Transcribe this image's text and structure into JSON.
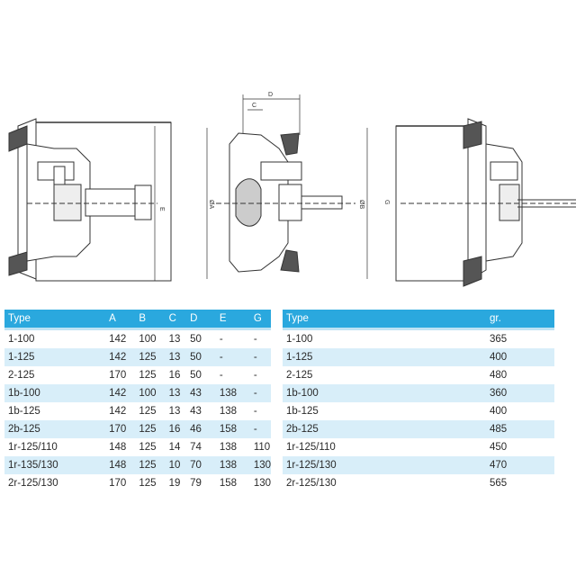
{
  "drawings": {
    "left_view_labels": {
      "e": "E"
    },
    "middle_view_labels": {
      "d": "D",
      "c": "C",
      "a": "ØA",
      "b": "ØB"
    },
    "right_view_labels": {
      "g": "G"
    }
  },
  "table_left": {
    "headers": [
      "Type",
      "A",
      "B",
      "C",
      "D",
      "E",
      "G"
    ],
    "rows": [
      [
        "1-100",
        "142",
        "100",
        "13",
        "50",
        "-",
        "-"
      ],
      [
        "1-125",
        "142",
        "125",
        "13",
        "50",
        "-",
        "-"
      ],
      [
        "2-125",
        "170",
        "125",
        "16",
        "50",
        "-",
        "-"
      ],
      [
        "1b-100",
        "142",
        "100",
        "13",
        "43",
        "138",
        "-"
      ],
      [
        "1b-125",
        "142",
        "125",
        "13",
        "43",
        "138",
        "-"
      ],
      [
        "2b-125",
        "170",
        "125",
        "16",
        "46",
        "158",
        "-"
      ],
      [
        "1r-125/110",
        "148",
        "125",
        "14",
        "74",
        "138",
        "110"
      ],
      [
        "1r-135/130",
        "148",
        "125",
        "10",
        "70",
        "138",
        "130"
      ],
      [
        "2r-125/130",
        "170",
        "125",
        "19",
        "79",
        "158",
        "130"
      ]
    ]
  },
  "table_right": {
    "headers": [
      "Type",
      "gr."
    ],
    "rows": [
      [
        "1-100",
        "365"
      ],
      [
        "1-125",
        "400"
      ],
      [
        "2-125",
        "480"
      ],
      [
        "1b-100",
        "360"
      ],
      [
        "1b-125",
        "400"
      ],
      [
        "2b-125",
        "485"
      ],
      [
        "1r-125/110",
        "450"
      ],
      [
        "1r-125/130",
        "470"
      ],
      [
        "2r-125/130",
        "565"
      ]
    ]
  },
  "colors": {
    "header_bg": "#2aa8de",
    "stripe": "#d8eef9",
    "line": "#333333"
  }
}
